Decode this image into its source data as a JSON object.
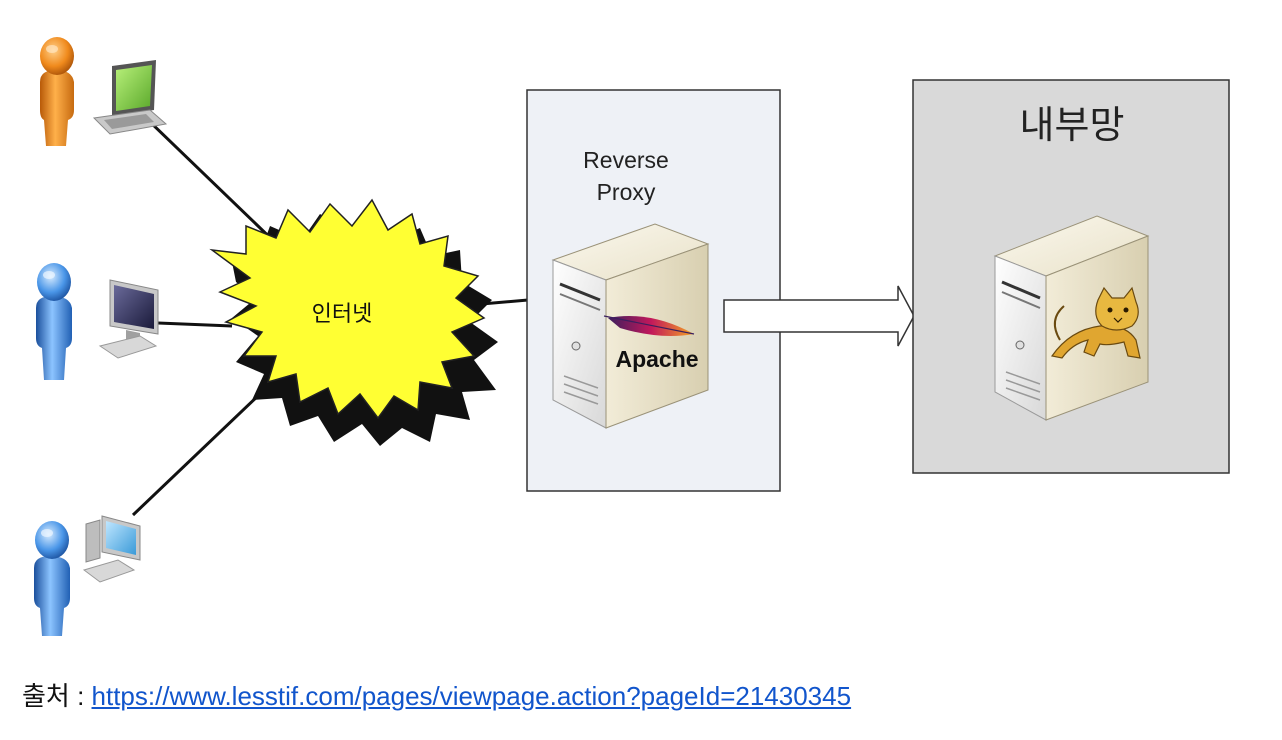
{
  "diagram": {
    "internet_label": "인터넷",
    "proxy_label_line1": "Reverse",
    "proxy_label_line2": "Proxy",
    "apache_label": "Apache",
    "internal_label": "내부망"
  },
  "source": {
    "prefix": "출처",
    "separator": " : ",
    "link_text": "https://www.lesstif.com/pages/viewpage.action?pageId=21430345",
    "link_href": "https://www.lesstif.com/pages/viewpage.action?pageId=21430345"
  },
  "colors": {
    "cloud_fill": "#ffff33",
    "proxy_box_fill": "#eef1f6",
    "internal_box_fill": "#d9d9d9",
    "user_orange": "#f08a1c",
    "user_blue": "#2f7fd6",
    "link": "#1155cc"
  }
}
